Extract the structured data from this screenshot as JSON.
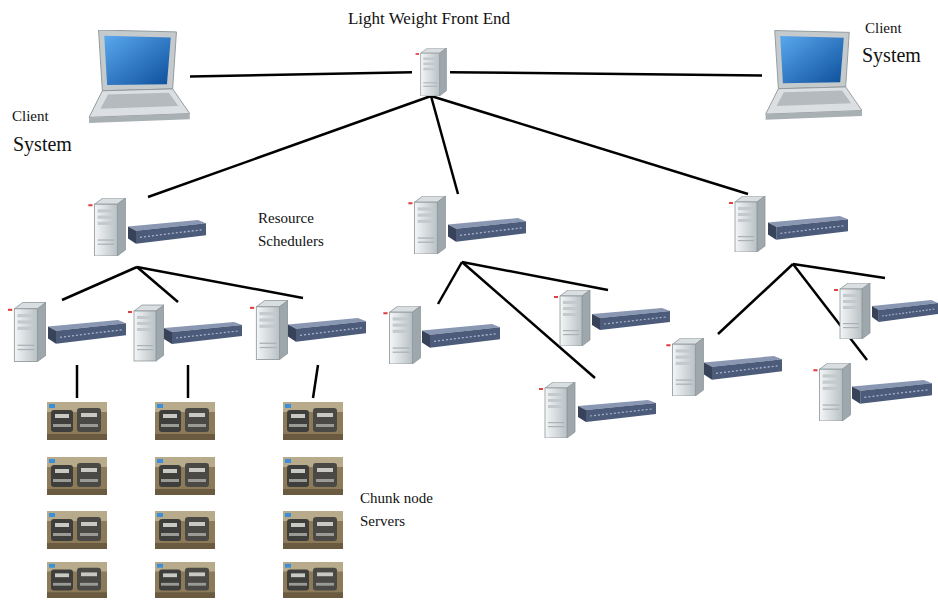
{
  "diagram": {
    "nodes": [
      {
        "text": [
          "Client",
          "System"
        ]
      },
      {
        "text": [
          "Light Weight Front End"
        ]
      },
      {
        "text": [
          "Client",
          "System"
        ]
      }
    ],
    "edges": [
      {
        "from": 0,
        "to": 1,
        "arrow": "none"
      },
      {
        "from": 1,
        "to": 2,
        "arrow": "none"
      }
    ],
    "labels": [
      "Resource Schedulers",
      "Chunk node Servers"
    ]
  }
}
